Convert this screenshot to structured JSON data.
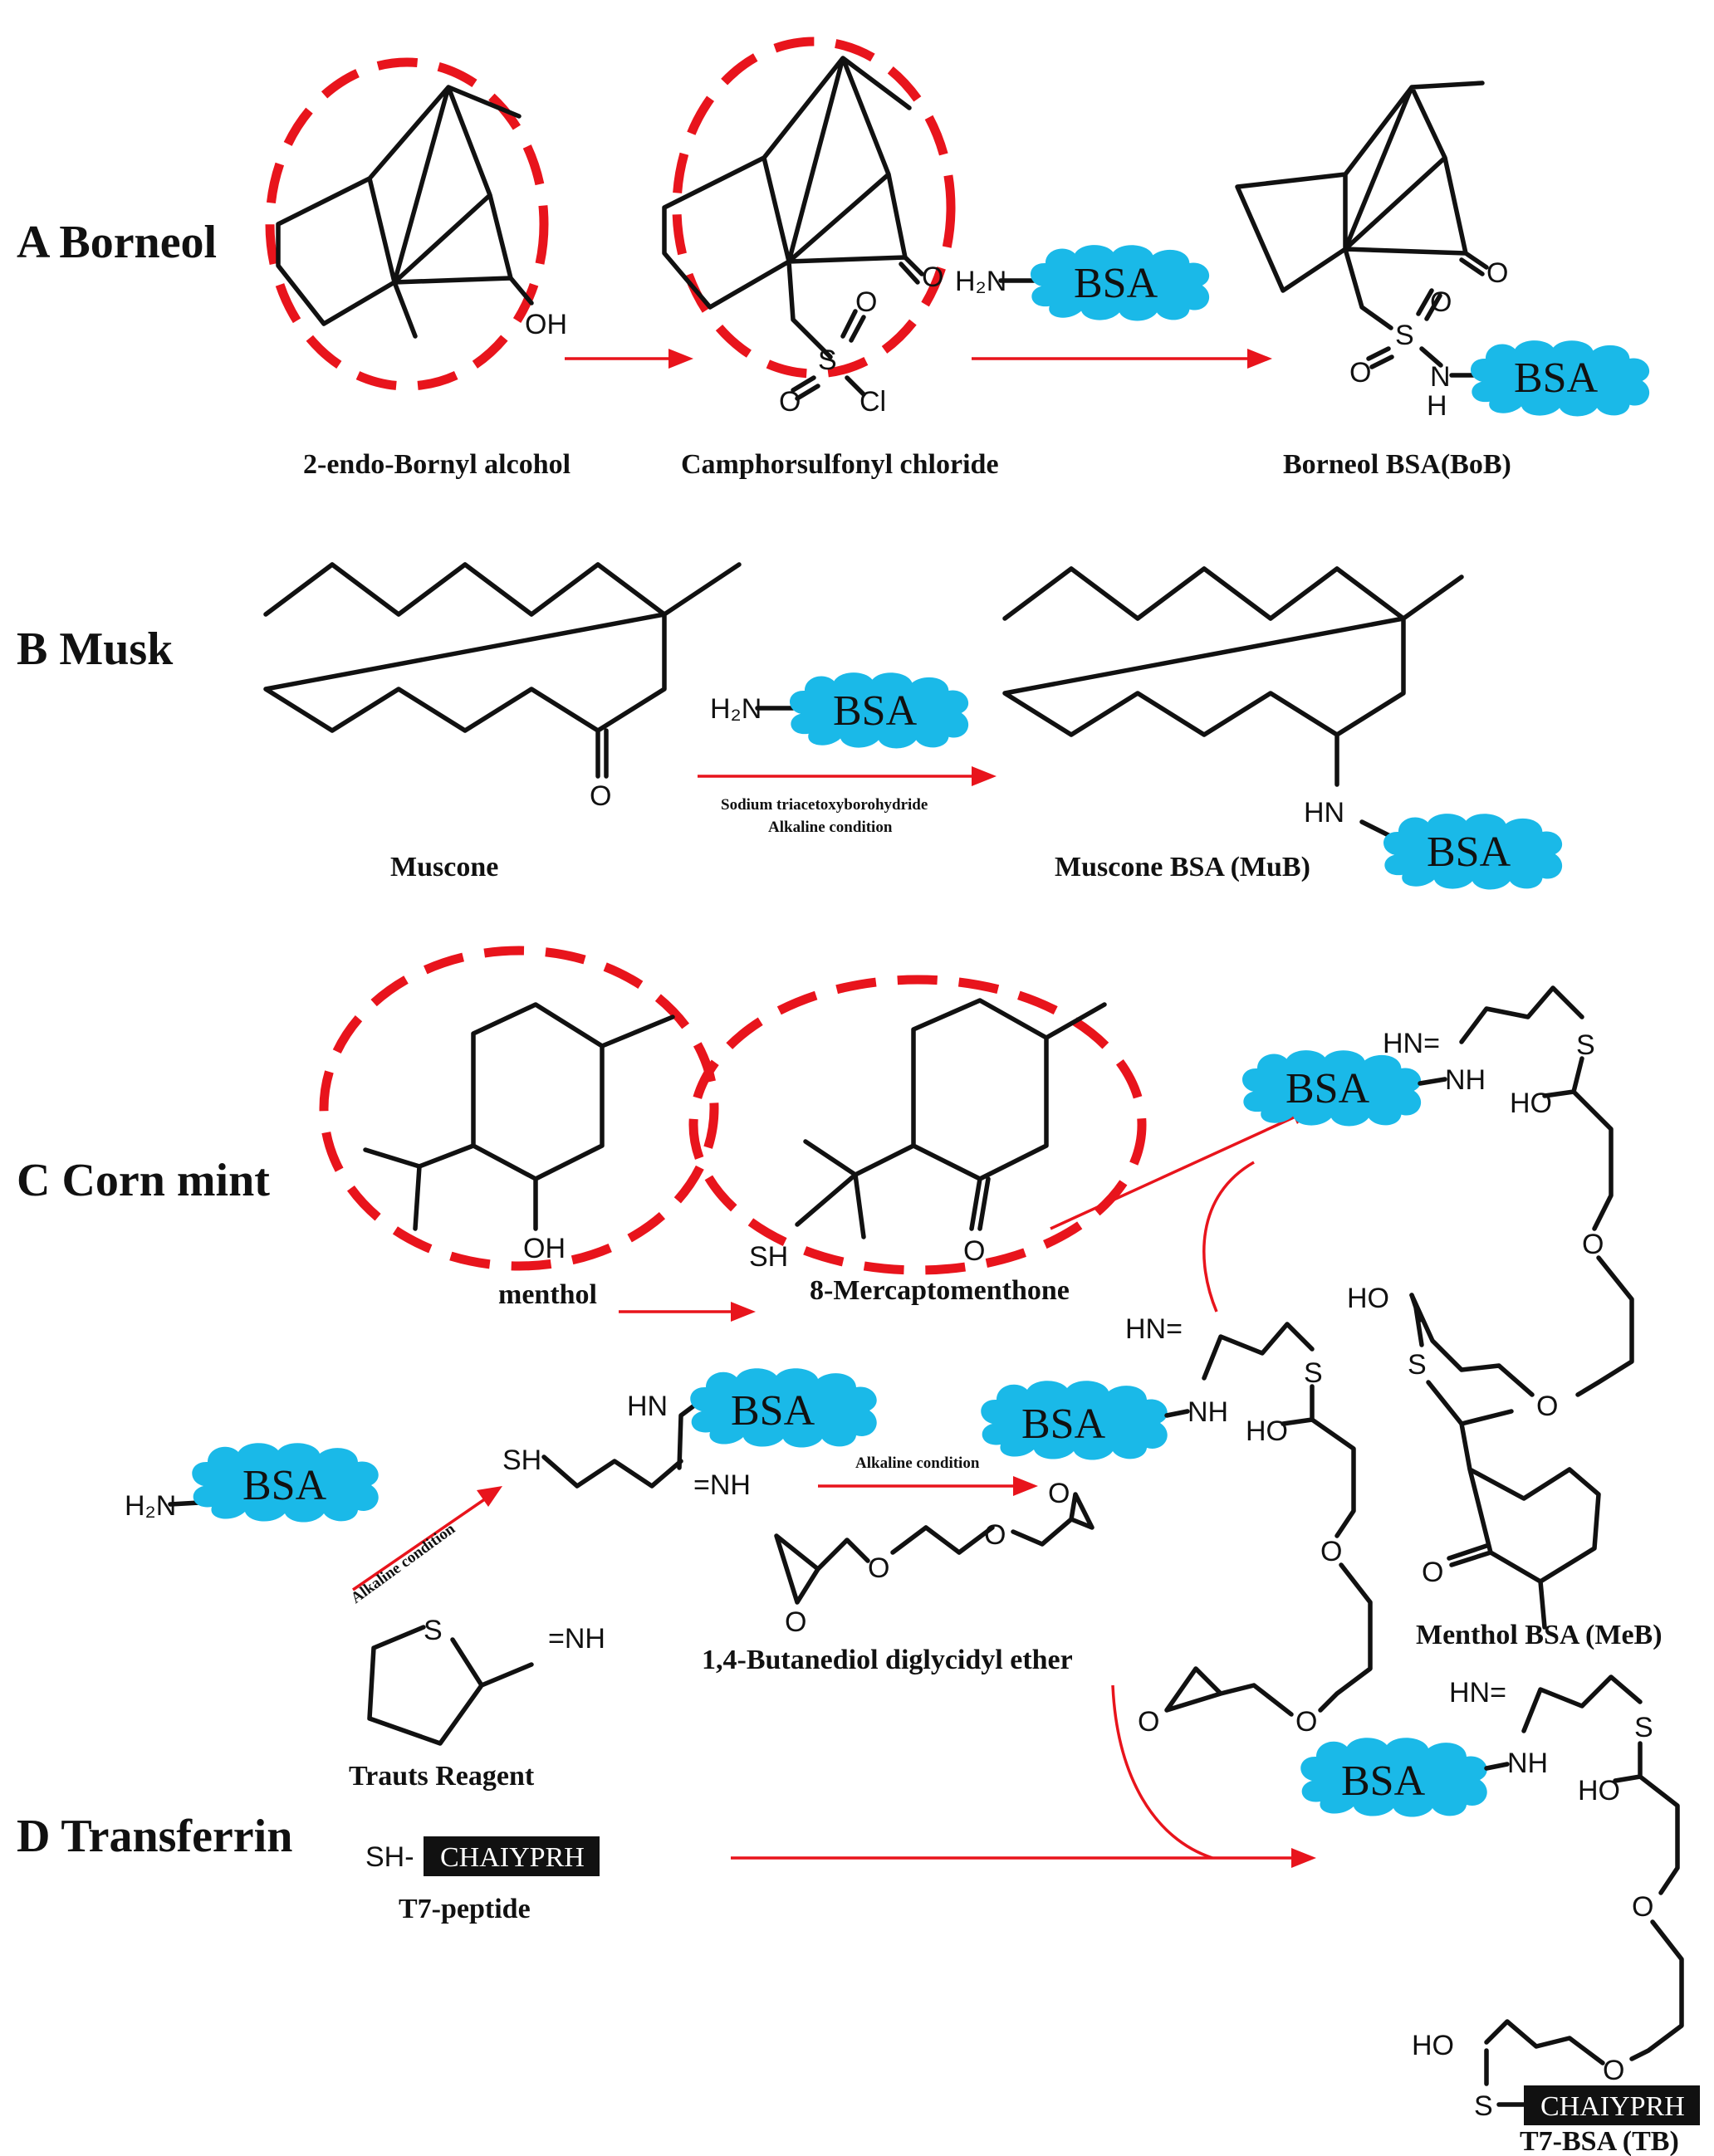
{
  "sections": {
    "a": "A Borneol",
    "b": "B Musk",
    "c": "C Corn mint",
    "d": "D Transferrin"
  },
  "compounds": {
    "bornyl": "2-endo-Bornyl alcohol",
    "camphor": "Camphorsulfonyl chloride",
    "bob": "Borneol BSA(BoB)",
    "muscone": "Muscone",
    "mub": "Muscone BSA (MuB)",
    "menthol": "menthol",
    "mercapto": "8-Mercaptomenthone",
    "meb": "Menthol BSA (MeB)",
    "bdge": "1,4-Butanediol diglycidyl ether",
    "trauts": "Trauts Reagent",
    "t7": "T7-peptide",
    "tb": "T7-BSA (TB)"
  },
  "conditions": {
    "musk_line1": "Sodium triacetoxyborohydride",
    "musk_line2": "Alkaline condition",
    "trauts": "Alkaline condition",
    "epoxide": "Alkaline condition"
  },
  "protein": "BSA",
  "peptide": "CHAIYPRH",
  "atoms": {
    "oh": "OH",
    "ho": "HO",
    "o": "O",
    "cl": "Cl",
    "s": "S",
    "sh": "SH",
    "nh": "NH",
    "hn": "HN",
    "n": "N",
    "h": "H",
    "h2n": "H₂N",
    "hn_eq": "HN=",
    "nh_eq": "=NH",
    "sh_dash": "SH-"
  },
  "colors": {
    "arrow": "#e8141c",
    "highlight": "#e8141c",
    "cloud": "#1ab9e8",
    "bond": "#111111"
  }
}
